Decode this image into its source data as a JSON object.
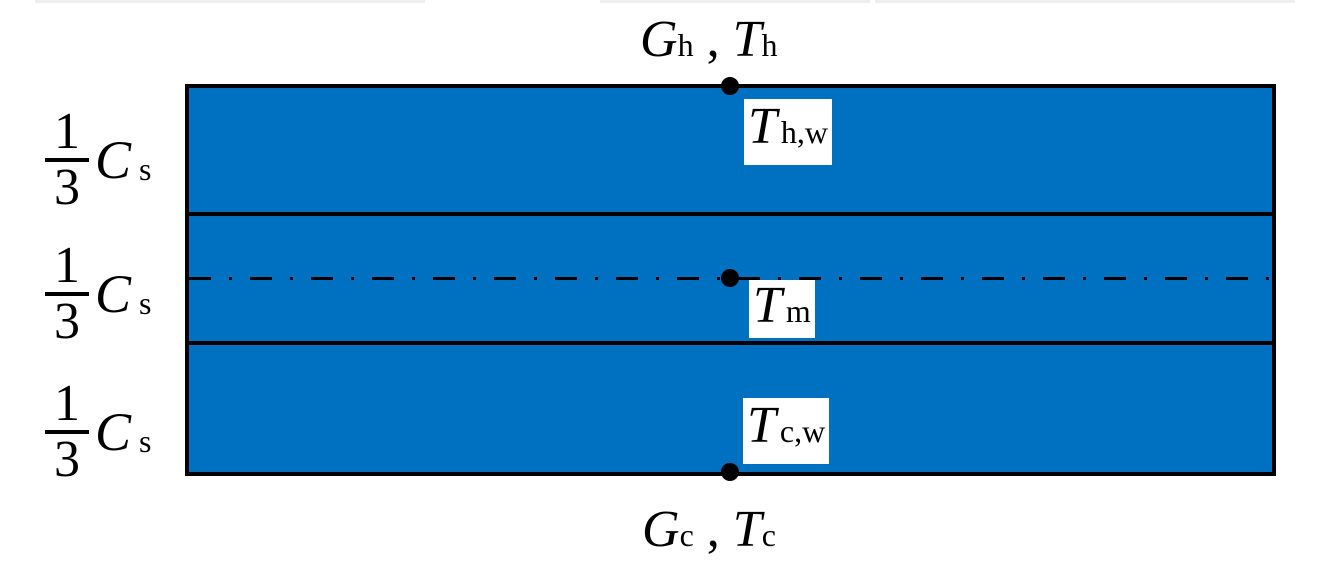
{
  "diagram": {
    "fill_color": "#0070c0",
    "line_color": "#000000",
    "top_label": {
      "main": "G",
      "main_sub": "h",
      "sep": " , ",
      "second": "T",
      "second_sub": "h"
    },
    "bottom_label": {
      "main": "G",
      "main_sub": "c",
      "sep": " , ",
      "second": "T",
      "second_sub": "c"
    },
    "layers": [
      {
        "fraction_num": "1",
        "fraction_den": "3",
        "symbol": "C",
        "symbol_sub": "s",
        "temp": "T",
        "temp_sub": "h,w"
      },
      {
        "fraction_num": "1",
        "fraction_den": "3",
        "symbol": "C",
        "symbol_sub": "s",
        "temp": "T",
        "temp_sub": "m"
      },
      {
        "fraction_num": "1",
        "fraction_den": "3",
        "symbol": "C",
        "symbol_sub": "s",
        "temp": "T",
        "temp_sub": "c,w"
      }
    ]
  }
}
